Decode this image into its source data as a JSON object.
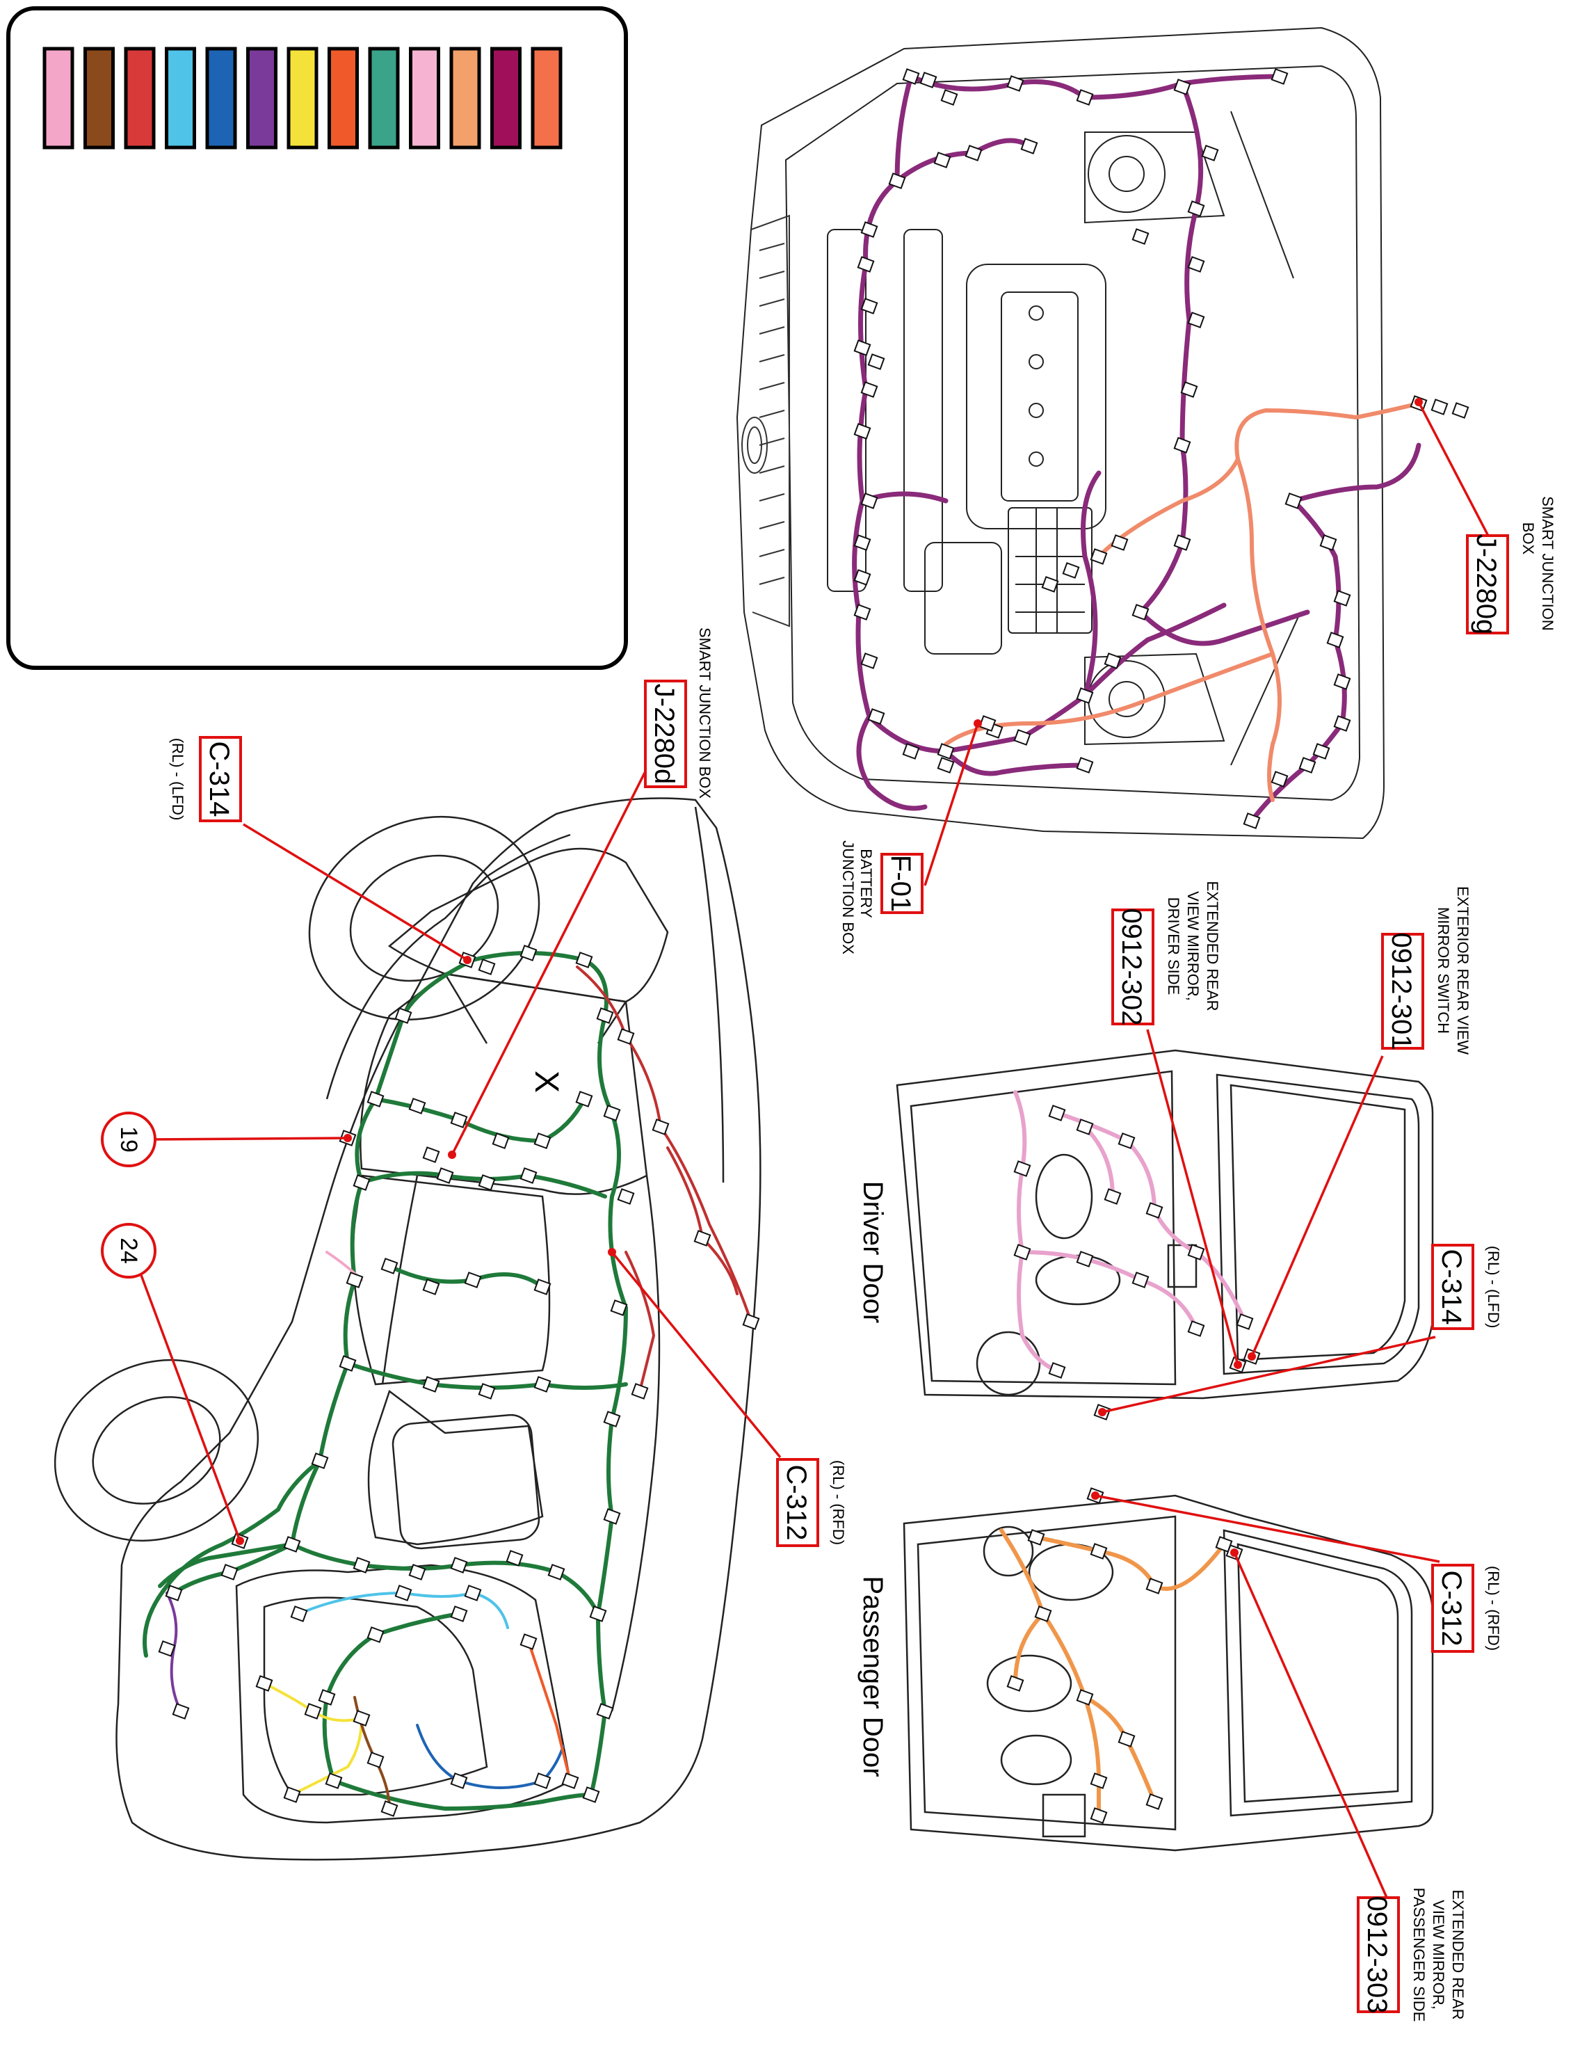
{
  "legend": {
    "swatches": [
      {
        "name": "pink",
        "color": "#f4a6c9"
      },
      {
        "name": "brown",
        "color": "#8b4a1c"
      },
      {
        "name": "red",
        "color": "#d83a3a"
      },
      {
        "name": "light-blue",
        "color": "#4fc3e8"
      },
      {
        "name": "blue",
        "color": "#1e64b4"
      },
      {
        "name": "purple",
        "color": "#7a3a9a"
      },
      {
        "name": "yellow",
        "color": "#f4e23a"
      },
      {
        "name": "orange-red",
        "color": "#f05a2a"
      },
      {
        "name": "teal",
        "color": "#3aa38a"
      },
      {
        "name": "light-pink",
        "color": "#f6b4d2"
      },
      {
        "name": "light-orange",
        "color": "#f4a06a"
      },
      {
        "name": "magenta",
        "color": "#a0105a"
      },
      {
        "name": "salmon",
        "color": "#f4704a"
      }
    ]
  },
  "colors": {
    "engine_harness": "#8a2a7a",
    "vehicle_harness": "#1f7a3a",
    "leader_line": "#e01010",
    "driver_door_harness": "#e8a2cc",
    "passenger_door_harness": "#f0964a",
    "engine_orange": "#f08a6a"
  },
  "labels": {
    "c314_body": {
      "code": "C-314",
      "desc": "(RL) - (LFD)"
    },
    "j2280d": {
      "code": "J-2280d",
      "desc": "SMART JUNCTION BOX"
    },
    "callout_19": {
      "code": "19"
    },
    "callout_24": {
      "code": "24"
    },
    "c312_body": {
      "code": "C-312",
      "desc": "(RL) - (RFD)"
    },
    "marker_x": {
      "code": "X"
    },
    "j2280g": {
      "code": "J-2280g",
      "desc_line1": "SMART JUNCTION",
      "desc_line2": "BOX"
    },
    "f01": {
      "code": "F-01",
      "desc_line1": "BATTERY",
      "desc_line2": "JUNCTION BOX"
    },
    "m0912_301": {
      "code": "0912-301",
      "desc_line1": "EXTERIOR REAR VIEW",
      "desc_line2": "MIRROR SWITCH"
    },
    "m0912_302": {
      "code": "0912-302",
      "desc_line1": "EXTENDED REAR",
      "desc_line2": "VIEW MIRROR,",
      "desc_line3": "DRIVER SIDE"
    },
    "c314_door": {
      "code": "C-314",
      "desc": "(RL) - (LFD)"
    },
    "c312_door": {
      "code": "C-312",
      "desc": "(RL) - (RFD)"
    },
    "m0912_303": {
      "code": "0912-303",
      "desc_line1": "EXTENDED REAR",
      "desc_line2": "VIEW MIRROR,",
      "desc_line3": "PASSENGER SIDE"
    },
    "driver_door": {
      "title": "Driver Door"
    },
    "passenger_door": {
      "title": "Passenger Door"
    }
  }
}
